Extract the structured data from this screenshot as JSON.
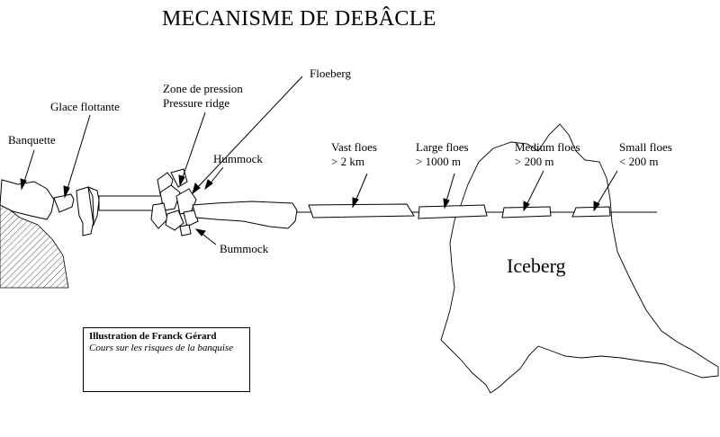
{
  "title": "MECANISME DE DEBÂCLE",
  "labels": {
    "banquette": "Banquette",
    "glace_flottante": "Glace flottante",
    "zone_pression": "Zone de pression",
    "pressure_ridge": "Pressure ridge",
    "floeberg": "Floeberg",
    "hummock": "Hummock",
    "bummock": "Bummock",
    "vast_floes": "Vast floes",
    "vast_floes_size": "> 2 km",
    "large_floes": "Large floes",
    "large_floes_size": "> 1000 m",
    "medium_floes": "Medium floes",
    "medium_floes_size": "> 200 m",
    "small_floes": "Small floes",
    "small_floes_size": "< 200 m",
    "iceberg": "Iceberg"
  },
  "credit": {
    "author": "Illustration de Franck Gérard",
    "course": "Cours sur les risques de la banquise"
  }
}
